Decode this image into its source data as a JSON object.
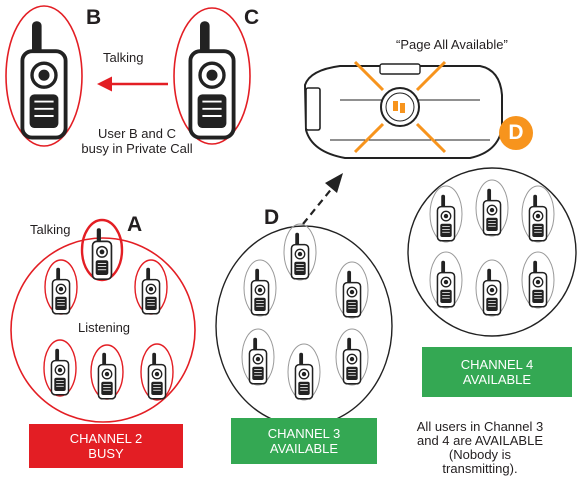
{
  "colors": {
    "busy_red": "#e31e24",
    "available_green": "#34a853",
    "badge_orange": "#f7941d",
    "outline_gray": "#999999"
  },
  "top_left": {
    "label_b": "B",
    "label_c": "C",
    "talking": "Talking",
    "note_line1": "User B and C",
    "note_line2": "busy in Private Call"
  },
  "top_right": {
    "page_all": "“Page All Available”",
    "badge": "D",
    "device_logo_icon": "motorola-logo-icon"
  },
  "channel2": {
    "label_a": "A",
    "talking": "Talking",
    "listening": "Listening",
    "status_line1": "CHANNEL 2",
    "status_line2": "BUSY"
  },
  "channel3": {
    "label_d": "D",
    "status_line1": "CHANNEL 3",
    "status_line2": "AVAILABLE"
  },
  "channel4": {
    "status_line1": "CHANNEL 4",
    "status_line2": "AVAILABLE",
    "note_line1": "All users in Channel 3",
    "note_line2": "and 4 are AVAILABLE",
    "note_line3": "(Nobody is",
    "note_line4": "transmitting)."
  }
}
